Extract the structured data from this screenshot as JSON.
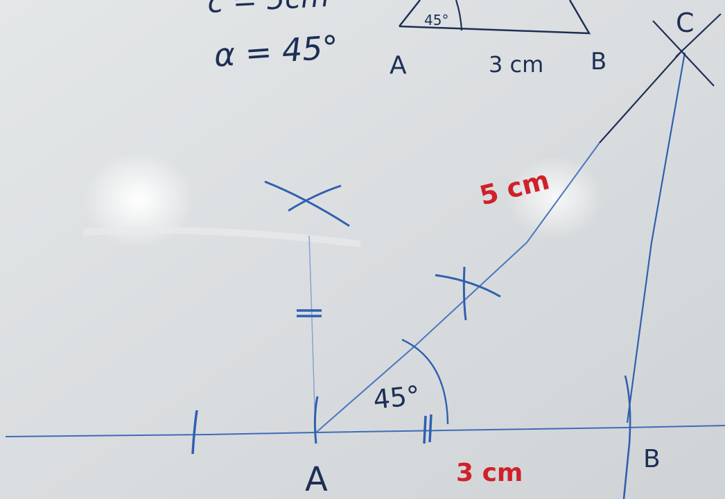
{
  "top_note": {
    "side_c": "c = 5cm",
    "alpha": "α = 45°",
    "sketch_angle": "45°",
    "sketch_vertex_a": "A",
    "sketch_side": "3 cm",
    "sketch_vertex_b": "B"
  },
  "construction": {
    "vertex_c": "C",
    "side_ac_length": "5 cm",
    "angle_label": "45°",
    "vertex_a": "A",
    "side_ab_length": "3 cm",
    "vertex_b": "B"
  },
  "colors": {
    "board": "#dde0e1",
    "ink_blue": "#2f5fb0",
    "ink_dark": "#1d2f55",
    "ink_red": "#d0202a"
  }
}
